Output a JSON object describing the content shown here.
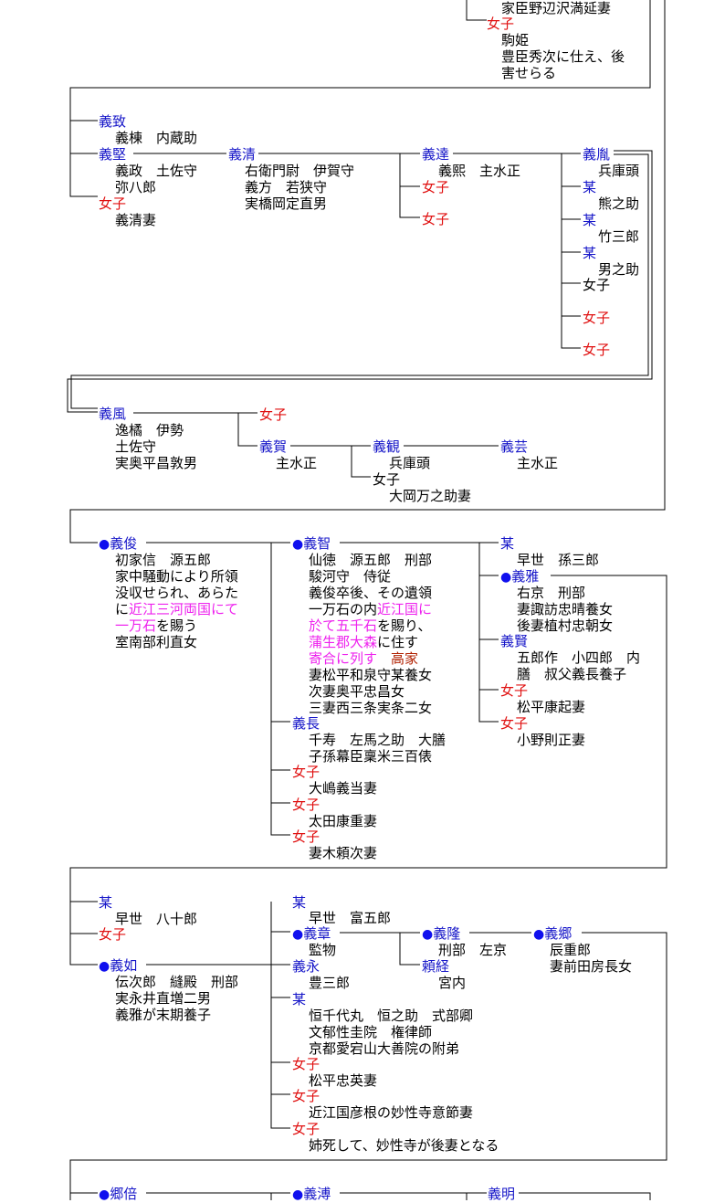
{
  "lines": {
    "l0": "家臣野辺沢満延妻",
    "l1": "女子",
    "l2": "駒姫",
    "l3": "豊臣秀次に仕え、後",
    "l4": "害せらる",
    "l5": "義致",
    "l6": "義棟　内蔵助",
    "l7": "義堅",
    "l8": "義政　土佐守",
    "l9": "弥八郎",
    "l10": "女子",
    "l11": "義清妻",
    "l12": "義清",
    "l13": "右衛門尉　伊賀守",
    "l14": "義方　若狭守",
    "l15": "実橋岡定直男",
    "l16": "義達",
    "l17": "義熙　主水正",
    "l18": "女子",
    "l19": "女子",
    "l20": "義胤",
    "l21": "兵庫頭",
    "l22": "某",
    "l23": "熊之助",
    "l24": "某",
    "l25": "竹三郎",
    "l26": "某",
    "l27": "男之助",
    "l28": "女子",
    "l29": "女子",
    "l30": "女子",
    "l31": "義風",
    "l32": "逸橘　伊勢",
    "l33": "土佐守",
    "l34": "実奥平昌敦男",
    "l35": "女子",
    "l36": "義賀",
    "l37": "主水正",
    "l38": "義観",
    "l39": "兵庫頭",
    "l40": "女子",
    "l41": "大岡万之助妻",
    "l42": "義芸",
    "l43": "主水正",
    "l44": "義俊",
    "l45": "初家信　源五郎",
    "l46": "家中騒動により所領",
    "l47": "没収せられ、あらた",
    "l48a": "に",
    "l48b": "近江三河両国にて",
    "l49a": "一万石",
    "l49b": "を賜う",
    "l50": "室南部利直女",
    "l51": "義智",
    "l52": "仙徳　源五郎　刑部",
    "l53": "駿河守　侍従",
    "l54": "義俊卒後、その遺領",
    "l55a": "一万石の内",
    "l55b": "近江国に",
    "l56a": "於て五千石",
    "l56b": "を賜り、",
    "l57a": "蒲生郡大森",
    "l57b": "に住す",
    "l58a": "寄合に列す　",
    "l58b": "高家",
    "l59": "妻松平和泉守某養女",
    "l60": "次妻奥平忠昌女",
    "l61": "三妻西三条実条二女",
    "l62": "義長",
    "l63": "千寿　左馬之助　大膳",
    "l64": "子孫幕臣稟米三百俵",
    "l65": "女子",
    "l66": "大嶋義当妻",
    "l67": "女子",
    "l68": "太田康重妻",
    "l69": "女子",
    "l70": "妻木頼次妻",
    "l71": "某",
    "l72": "早世　孫三郎",
    "l73": "義雅",
    "l74": "右京　刑部",
    "l75": "妻諏訪忠晴養女",
    "l76": "後妻植村忠朝女",
    "l77": "義賢",
    "l78": "五郎作　小四郎　内",
    "l79": "膳　叔父義長養子",
    "l80": "女子",
    "l81": "松平康起妻",
    "l82": "女子",
    "l83": "小野則正妻",
    "l84": "某",
    "l85": "早世　八十郎",
    "l86": "女子",
    "l87": "義如",
    "l88": "伝次郎　縫殿　刑部",
    "l89": "実永井直増二男",
    "l90": "義雅が末期養子",
    "l91": "某",
    "l92": "早世　富五郎",
    "l93": "義章",
    "l94": "監物",
    "l95": "義永",
    "l96": "豊三郎",
    "l97": "某",
    "l98": "恒千代丸　恒之助　式部卿",
    "l99": "文郁性圭院　権律師",
    "l100": "京都愛宕山大善院の附弟",
    "l101": "女子",
    "l102": "松平忠英妻",
    "l103": "女子",
    "l104": "近江国彦根の妙性寺意節妻",
    "l105": "女子",
    "l106": "姉死して、妙性寺が後妻となる",
    "l107": "義隆",
    "l108": "刑部　左京",
    "l109": "頼経",
    "l110": "宮内",
    "l111": "義郷",
    "l112": "辰重郎",
    "l113": "妻前田房長女",
    "l114": "郷倍",
    "l115": "義溥",
    "l116": "義明"
  },
  "icons": {
    "dot": "●"
  }
}
